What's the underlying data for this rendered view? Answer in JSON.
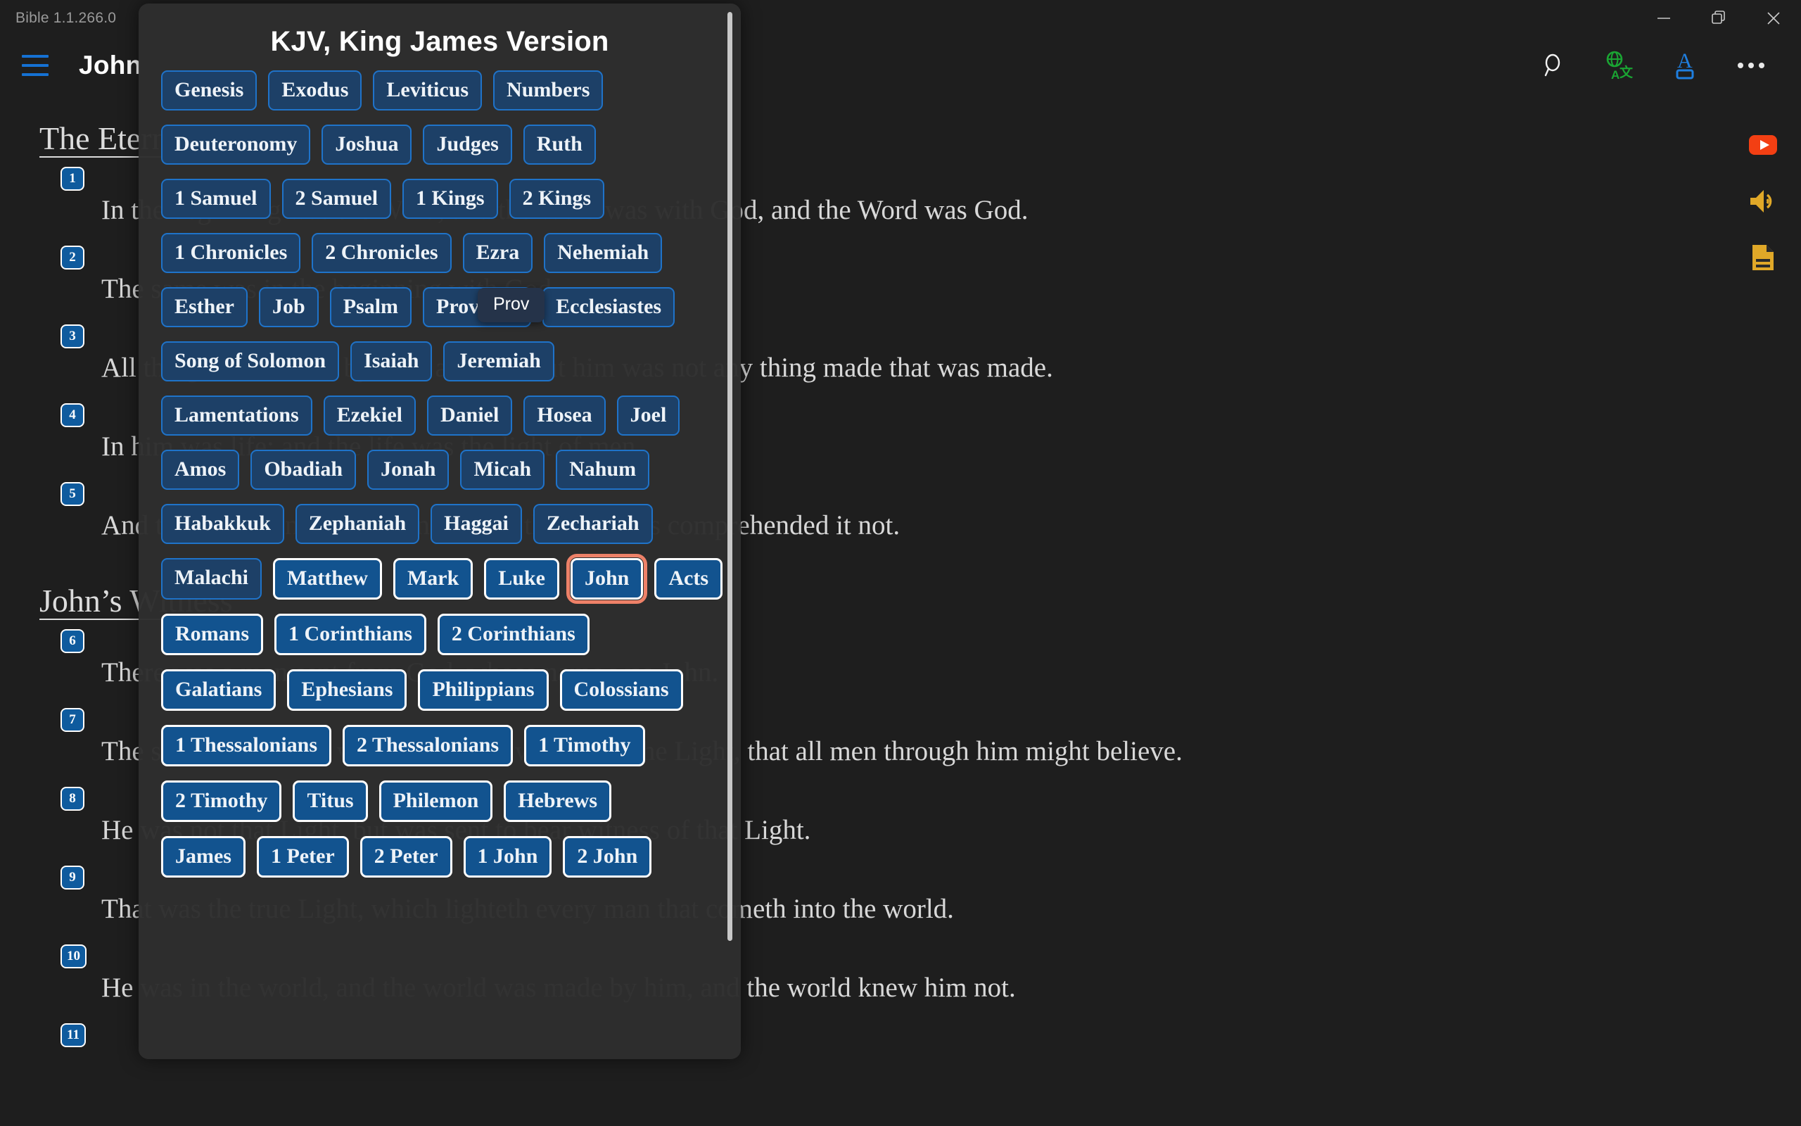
{
  "window": {
    "app_version_label": "Bible 1.1.266.0",
    "controls": [
      {
        "name": "minimize",
        "icon": "minimize-icon"
      },
      {
        "name": "restore",
        "icon": "restore-icon"
      },
      {
        "name": "close",
        "icon": "close-icon"
      }
    ]
  },
  "header": {
    "menu_icon": "hamburger-icon",
    "book_title": "John",
    "tools": [
      {
        "name": "search",
        "icon": "search-icon",
        "color": "#f2f2f2"
      },
      {
        "name": "translate",
        "icon": "translate-globe-icon",
        "color": "#1aa533"
      },
      {
        "name": "font",
        "icon": "font-size-icon",
        "color": "#1f7fe0"
      },
      {
        "name": "more",
        "icon": "more-dots-icon",
        "color": "#e8e8e8"
      }
    ]
  },
  "rail": [
    {
      "name": "youtube",
      "icon": "youtube-play-icon",
      "color": "#f33f13"
    },
    {
      "name": "audio",
      "icon": "speaker-volume-icon",
      "color": "#e0a828"
    },
    {
      "name": "notes",
      "icon": "document-lines-icon",
      "color": "#e0a828"
    }
  ],
  "scripture": {
    "headings": {
      "eternal": "The Eternal Word",
      "witness": "John’s Witness"
    },
    "verses": [
      {
        "n": "1",
        "text": "In the beginning was the Word, and the Word was with God, and the Word was God."
      },
      {
        "n": "2",
        "text": "The same was in the beginning with God."
      },
      {
        "n": "3",
        "text": "All things were made by him; and without him was not any thing made that was made."
      },
      {
        "n": "4",
        "text": "In him was life; and the life was the light of men."
      },
      {
        "n": "5",
        "text": "And the light shineth in darkness; and the darkness comprehended it not."
      },
      {
        "n": "6",
        "text": "There was a man sent from God, whose name was John."
      },
      {
        "n": "7",
        "text": "The same came for a witness, to bear witness of the Light, that all men through him might believe."
      },
      {
        "n": "8",
        "text": "He was not that Light, but was sent to bear witness of that Light."
      },
      {
        "n": "9",
        "text": "That was the true Light, which lighteth every man that cometh into the world."
      },
      {
        "n": "10",
        "text": "He was in the world, and the world was made by him, and the world knew him not."
      },
      {
        "n": "11",
        "text": ""
      }
    ]
  },
  "modal": {
    "title": "KJV, King James Version",
    "tooltip": "Prov",
    "current_book": "John",
    "colors": {
      "ot_fill": "#1d4067",
      "ot_border": "#1f73c9",
      "nt_fill": "#12538f",
      "nt_border": "#ffffff",
      "focus_ring": "#ee8168",
      "panel_bg": "#2d2d2d"
    },
    "rows": [
      {
        "testament": "ot",
        "books": [
          "Genesis",
          "Exodus",
          "Leviticus",
          "Numbers"
        ]
      },
      {
        "testament": "ot",
        "books": [
          "Deuteronomy",
          "Joshua",
          "Judges",
          "Ruth"
        ]
      },
      {
        "testament": "ot",
        "books": [
          "1 Samuel",
          "2 Samuel",
          "1 Kings",
          "2 Kings"
        ]
      },
      {
        "testament": "ot",
        "books": [
          "1 Chronicles",
          "2 Chronicles",
          "Ezra",
          "Nehemiah"
        ]
      },
      {
        "testament": "ot",
        "books": [
          "Esther",
          "Job",
          "Psalm",
          "Proverbs",
          "Ecclesiastes"
        ]
      },
      {
        "testament": "ot",
        "books": [
          "Song of Solomon",
          "Isaiah",
          "Jeremiah"
        ]
      },
      {
        "testament": "ot",
        "books": [
          "Lamentations",
          "Ezekiel",
          "Daniel",
          "Hosea",
          "Joel"
        ]
      },
      {
        "testament": "ot",
        "books": [
          "Amos",
          "Obadiah",
          "Jonah",
          "Micah",
          "Nahum"
        ]
      },
      {
        "testament": "ot",
        "books": [
          "Habakkuk",
          "Zephaniah",
          "Haggai",
          "Zechariah"
        ]
      },
      {
        "testament": "mixed",
        "books": [
          "Malachi",
          "Matthew",
          "Mark",
          "Luke",
          "John",
          "Acts"
        ]
      },
      {
        "testament": "nt",
        "books": [
          "Romans",
          "1 Corinthians",
          "2 Corinthians"
        ]
      },
      {
        "testament": "nt",
        "books": [
          "Galatians",
          "Ephesians",
          "Philippians",
          "Colossians"
        ]
      },
      {
        "testament": "nt",
        "books": [
          "1 Thessalonians",
          "2 Thessalonians",
          "1 Timothy"
        ]
      },
      {
        "testament": "nt",
        "books": [
          "2 Timothy",
          "Titus",
          "Philemon",
          "Hebrews"
        ]
      },
      {
        "testament": "nt",
        "books": [
          "James",
          "1 Peter",
          "2 Peter",
          "1 John",
          "2 John"
        ]
      }
    ]
  }
}
